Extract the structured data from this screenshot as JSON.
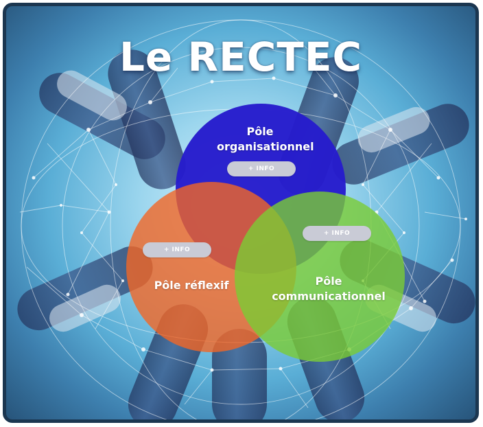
{
  "title": "Le RECTEC",
  "poles": {
    "organisationnel": {
      "label": "Pôle organisationnel",
      "button": "+ INFO",
      "color": "#261ccc"
    },
    "reflexif": {
      "label": "Pôle réflexif",
      "button": "+ INFO",
      "color": "#f36626"
    },
    "communicationnel": {
      "label": "Pôle communicationnel",
      "button": "+ INFO",
      "color": "#7acc34"
    }
  },
  "icons": {
    "background": "hands-network-photo"
  }
}
